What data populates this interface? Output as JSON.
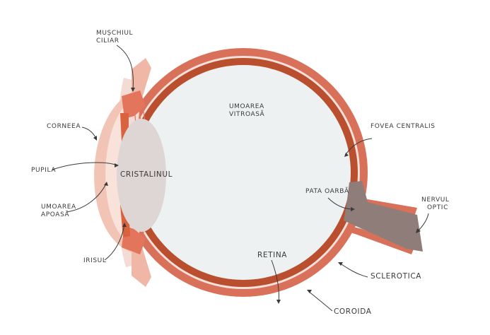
{
  "labels": {
    "ciliary_muscle": [
      "Mușchiul",
      "ciliar"
    ],
    "cornea": "Corneea",
    "pupil": "Pupila",
    "aqueous_humor": [
      "Umoarea",
      "apoasă"
    ],
    "iris": "Irisul",
    "lens": "Cristalinul",
    "vitreous_humor": [
      "Umoarea",
      "vitroasă"
    ],
    "fovea": "Fovea Centralis",
    "blind_spot": "Pata oarbă",
    "optic_nerve": [
      "Nervul",
      "optic"
    ],
    "retina": "Retina",
    "sclera": "Sclerotica",
    "choroid": "Coroida"
  },
  "colors": {
    "sclera": "#D9715A",
    "choroid": "#B94F2E",
    "vitreous": "#EEF1F2",
    "cornea": "#F2C4B5",
    "lens": "#DDD6D5",
    "iris": "#E2755C",
    "nerve": "#8E7D79",
    "leader": "#3a3a3a"
  }
}
